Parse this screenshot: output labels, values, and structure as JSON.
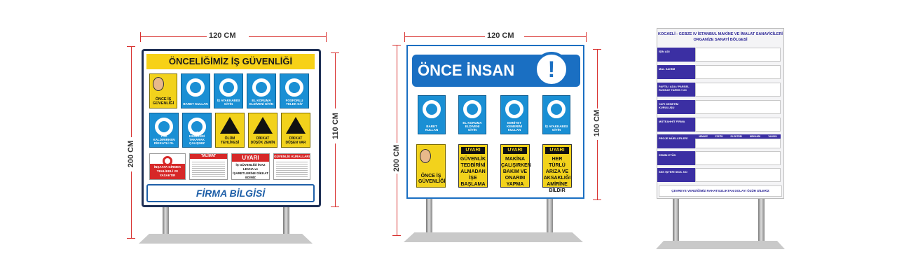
{
  "sign1": {
    "width_label": "120 CM",
    "height_label": "200 CM",
    "panel_height_label": "110 CM",
    "header": "ÖNCELİĞİMİZ İŞ GÜVENLİĞİ",
    "tiles_row1": [
      "ÖNCE İŞ GÜVENLİĞİ",
      "BARET KULLAN",
      "İŞ AYAKKABISI GİYİN",
      "EL KORUMA ELDİVENİ GİYİN",
      "FOSFORLU YELEK GİY"
    ],
    "tiles_row2": [
      "YÜK KALDIRIRKEN DİKKATLİ OL",
      "EMNİYET KEMERİNİ TAKARAK ÇALIŞINIZ",
      "ÖLÜM TEHLİKESİ",
      "DİKKAT DÜŞÜK ZEMİN",
      "DİKKAT DÜŞEN VAR"
    ],
    "no_entry_text": "İNŞAATA GİRMEK TEHLİKELİ VE YASAKTIR",
    "talimat_title": "TALİMAT",
    "uyari_title": "UYARI",
    "uyari_text": "İŞ GÜVENLİĞİ İKAZ LEVHA ve İŞARETLERİNE DİKKAT EDİNİZ",
    "kurallar_title": "GÜVENLİK KURALLARI",
    "footer": "FİRMA BİLGİSİ"
  },
  "sign2": {
    "width_label": "120 CM",
    "height_label": "200 CM",
    "panel_height_label": "100 CM",
    "header": "ÖNCE İNSAN",
    "tiles": [
      "BARET KULLAN",
      "EL KORUMA ELDİVENİ GİYİN",
      "EMNİYET KEMERİNİ KULLAN",
      "İŞ AYAKKABISI GİYİN"
    ],
    "bottom_first": "ÖNCE İŞ GÜVENLİĞİ",
    "uyari": [
      {
        "title": "UYARI",
        "text": "GÜVENLİK TEDBİRİNİ ALMADAN İŞE BAŞLAMA"
      },
      {
        "title": "UYARI",
        "text": "MAKİNA ÇALIŞIRKEN BAKIM VE ONARIM YAPMA"
      },
      {
        "title": "UYARI",
        "text": "HER TÜRLÜ ARIZA VE AKSAKLIĞI AMİRİNE BİLDİR"
      }
    ]
  },
  "sign3": {
    "title_line1": "KOCAELİ - GEBZE IV İSTANBUL MAKİNE VE İMALAT SANAYİCİLERİ",
    "title_line2": "ORGANİZE SANAYİ BÖLGESİ",
    "rows": [
      "İŞİN ADI",
      "MAL SAHİBİ",
      "PAFTA / ADA / PARSEL RUHSAT TARİHİ / NO",
      "YAPI DENETİM KURULUŞU",
      "MÜTEAHHİT FİRMA",
      "PROJE MÜELLİFLERİ",
      "ZEMİN ETÜD",
      "SSK İŞYERİ SİCİL NO"
    ],
    "project_cols": [
      "MİMARİ",
      "STATİK",
      "ELEKTRİK",
      "MEKANİK",
      "YANGIN"
    ],
    "footer": "ÇEVREYE VERDİĞİMİZ RAHATSIZLIKTAN DOLAYI ÖZÜR DİLERİZ"
  },
  "colors": {
    "dim_red": "#d8312f",
    "safety_blue": "#1a8fd4",
    "header_yellow": "#f7d117",
    "board_purple": "#3b2fa3"
  }
}
